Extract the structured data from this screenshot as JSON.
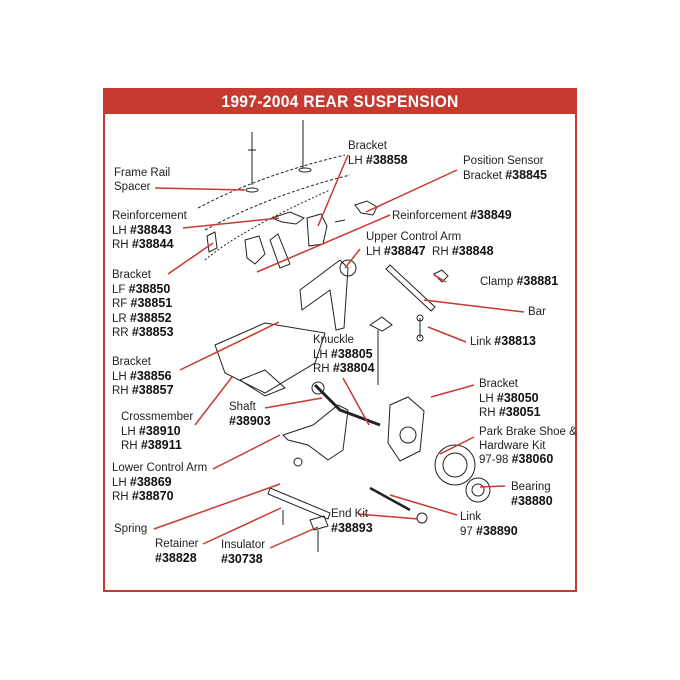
{
  "title": "1997-2004 REAR SUSPENSION",
  "colors": {
    "accent": "#c8392f",
    "text": "#222222",
    "line": "#c8392f"
  },
  "labels": [
    {
      "id": "frame-rail-spacer",
      "lines": [
        {
          "t": "Frame Rail"
        },
        {
          "t": "Spacer"
        }
      ]
    },
    {
      "id": "bracket-lh-38858",
      "lines": [
        {
          "t": "Bracket"
        },
        {
          "t": "LH ",
          "n": "#38858"
        }
      ]
    },
    {
      "id": "position-sensor-bracket",
      "lines": [
        {
          "t": "Position Sensor"
        },
        {
          "t": "Bracket ",
          "n": "#38845"
        }
      ]
    },
    {
      "id": "reinforcement-38843",
      "lines": [
        {
          "t": "Reinforcement"
        },
        {
          "t": "LH ",
          "n": "#38843"
        },
        {
          "t": "RH ",
          "n": "#38844"
        }
      ]
    },
    {
      "id": "reinforcement-38849",
      "lines": [
        {
          "t": "Reinforcement ",
          "n": "#38849"
        }
      ]
    },
    {
      "id": "upper-control-arm",
      "lines": [
        {
          "t": "Upper Control Arm"
        },
        {
          "t": "LH ",
          "n": "#38847",
          "t2": "  RH ",
          "n2": "#38848"
        }
      ]
    },
    {
      "id": "bracket-38850",
      "lines": [
        {
          "t": "Bracket"
        },
        {
          "t": "LF ",
          "n": "#38850"
        },
        {
          "t": "RF ",
          "n": "#38851"
        },
        {
          "t": "LR ",
          "n": "#38852"
        },
        {
          "t": "RR ",
          "n": "#38853"
        }
      ]
    },
    {
      "id": "clamp",
      "lines": [
        {
          "t": "Clamp ",
          "n": "#38881"
        }
      ]
    },
    {
      "id": "bar",
      "lines": [
        {
          "t": "Bar"
        }
      ]
    },
    {
      "id": "link-38813",
      "lines": [
        {
          "t": "Link ",
          "n": "#38813"
        }
      ]
    },
    {
      "id": "knuckle",
      "lines": [
        {
          "t": "Knuckle"
        },
        {
          "t": "LH ",
          "n": "#38805"
        },
        {
          "t": "RH ",
          "n": "#38804"
        }
      ]
    },
    {
      "id": "bracket-38856",
      "lines": [
        {
          "t": "Bracket"
        },
        {
          "t": "LH ",
          "n": "#38856"
        },
        {
          "t": "RH ",
          "n": "#38857"
        }
      ]
    },
    {
      "id": "bracket-38050",
      "lines": [
        {
          "t": "Bracket"
        },
        {
          "t": "LH ",
          "n": "#38050"
        },
        {
          "t": "RH ",
          "n": "#38051"
        }
      ]
    },
    {
      "id": "shaft",
      "lines": [
        {
          "t": "Shaft"
        },
        {
          "n": "#38903"
        }
      ]
    },
    {
      "id": "crossmember",
      "lines": [
        {
          "t": "Crossmember"
        },
        {
          "t": "LH ",
          "n": "#38910"
        },
        {
          "t": "RH ",
          "n": "#38911"
        }
      ]
    },
    {
      "id": "park-brake",
      "lines": [
        {
          "t": "Park Brake Shoe &"
        },
        {
          "t": "Hardware Kit"
        },
        {
          "t": "97-98 ",
          "n": "#38060"
        }
      ]
    },
    {
      "id": "lower-control-arm",
      "lines": [
        {
          "t": "Lower Control Arm"
        },
        {
          "t": "LH ",
          "n": "#38869"
        },
        {
          "t": "RH ",
          "n": "#38870"
        }
      ]
    },
    {
      "id": "bearing",
      "lines": [
        {
          "t": "Bearing"
        },
        {
          "n": "#38880"
        }
      ]
    },
    {
      "id": "spring",
      "lines": [
        {
          "t": "Spring"
        }
      ]
    },
    {
      "id": "end-kit",
      "lines": [
        {
          "t": "End Kit"
        },
        {
          "n": "#38893"
        }
      ]
    },
    {
      "id": "link-38890",
      "lines": [
        {
          "t": "Link"
        },
        {
          "t": "97 ",
          "n": "#38890"
        }
      ]
    },
    {
      "id": "retainer",
      "lines": [
        {
          "t": "Retainer"
        },
        {
          "n": "#38828"
        }
      ]
    },
    {
      "id": "insulator",
      "lines": [
        {
          "t": "Insulator"
        },
        {
          "n": "#30738"
        }
      ]
    }
  ]
}
